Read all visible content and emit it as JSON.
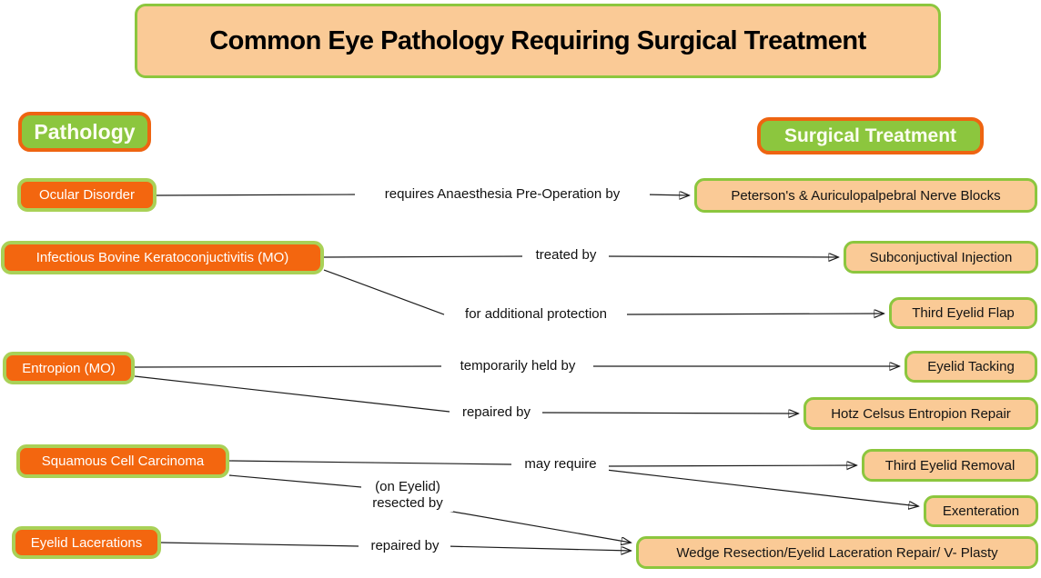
{
  "title": "Common Eye Pathology Requiring Surgical Treatment",
  "headers": {
    "pathology": "Pathology",
    "treatment": "Surgical Treatment"
  },
  "colors": {
    "orange": "#F3660F",
    "header_orange": "#EE6411",
    "green": "#8CC63E",
    "light_green": "#A9D157",
    "peach": "#FACA96"
  },
  "pathology_nodes": [
    {
      "label": "Ocular Disorder"
    },
    {
      "label": "Infectious Bovine Keratoconjuctivitis (MO)"
    },
    {
      "label": "Entropion (MO)"
    },
    {
      "label": "Squamous Cell Carcinoma"
    },
    {
      "label": "Eyelid Lacerations"
    }
  ],
  "treatment_nodes": [
    {
      "label": "Peterson's & Auriculopalpebral Nerve Blocks"
    },
    {
      "label": "Subconjuctival Injection"
    },
    {
      "label": "Third Eyelid Flap"
    },
    {
      "label": "Eyelid Tacking"
    },
    {
      "label": "Hotz Celsus Entropion Repair"
    },
    {
      "label": "Third Eyelid Removal"
    },
    {
      "label": "Exenteration"
    },
    {
      "label": "Wedge Resection/Eyelid Laceration Repair/ V- Plasty"
    }
  ],
  "edges": [
    {
      "label": "requires Anaesthesia Pre-Operation by",
      "from": "Ocular Disorder",
      "to": [
        "Peterson's & Auriculopalpebral Nerve Blocks"
      ]
    },
    {
      "label": "treated by",
      "from": "Infectious Bovine Keratoconjuctivitis (MO)",
      "to": [
        "Subconjuctival Injection"
      ]
    },
    {
      "label": "for additional protection",
      "from": "Infectious Bovine Keratoconjuctivitis (MO)",
      "to": [
        "Third Eyelid Flap"
      ]
    },
    {
      "label": "temporarily held by",
      "from": "Entropion (MO)",
      "to": [
        "Eyelid Tacking"
      ]
    },
    {
      "label": "repaired by",
      "from": "Entropion (MO)",
      "to": [
        "Hotz Celsus Entropion Repair"
      ]
    },
    {
      "label": "may require",
      "from": "Squamous Cell Carcinoma",
      "to": [
        "Third Eyelid Removal",
        "Exenteration"
      ]
    },
    {
      "label": "(on Eyelid)\nresected by",
      "from": "Squamous Cell Carcinoma",
      "to": [
        "Wedge Resection/Eyelid Laceration Repair/ V- Plasty"
      ]
    },
    {
      "label": "repaired by",
      "from": "Eyelid Lacerations",
      "to": [
        "Wedge Resection/Eyelid Laceration Repair/ V- Plasty"
      ]
    }
  ]
}
